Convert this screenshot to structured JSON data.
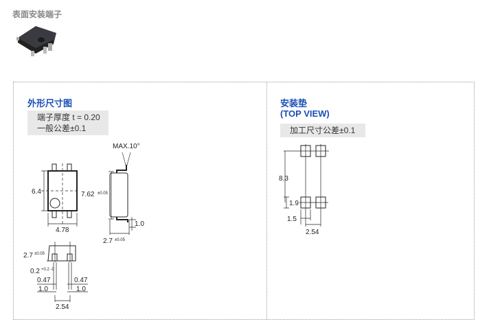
{
  "header": {
    "title": "表面安装端子"
  },
  "outline": {
    "title": "外形尺寸图",
    "notes": [
      "端子厚度 t = 0.20",
      "一般公差±0.1"
    ],
    "dims": {
      "width": "6.4",
      "lead_span": "7.62",
      "lead_span_tol": "±0.05",
      "body_len": "4.78",
      "angle": "MAX.10°",
      "lead_len": "1.0",
      "height": "2.7",
      "height_tol": "±0.05",
      "height2": "2.7",
      "height2_tol": "±0.05",
      "standoff": "0.2",
      "standoff_tol": "+0.2 -0",
      "lead_w_l": "0.47",
      "lead_w_r": "0.47",
      "pitch_l": "1.0",
      "pitch_r": "1.0",
      "pitch": "2.54"
    }
  },
  "pad": {
    "title": "安装垫",
    "subtitle": "(TOP VIEW)",
    "note": "加工尺寸公差±0.1",
    "dims": {
      "row_span": "8.3",
      "pad_h": "1.9",
      "pad_w": "1.5",
      "pitch": "2.54"
    }
  }
}
